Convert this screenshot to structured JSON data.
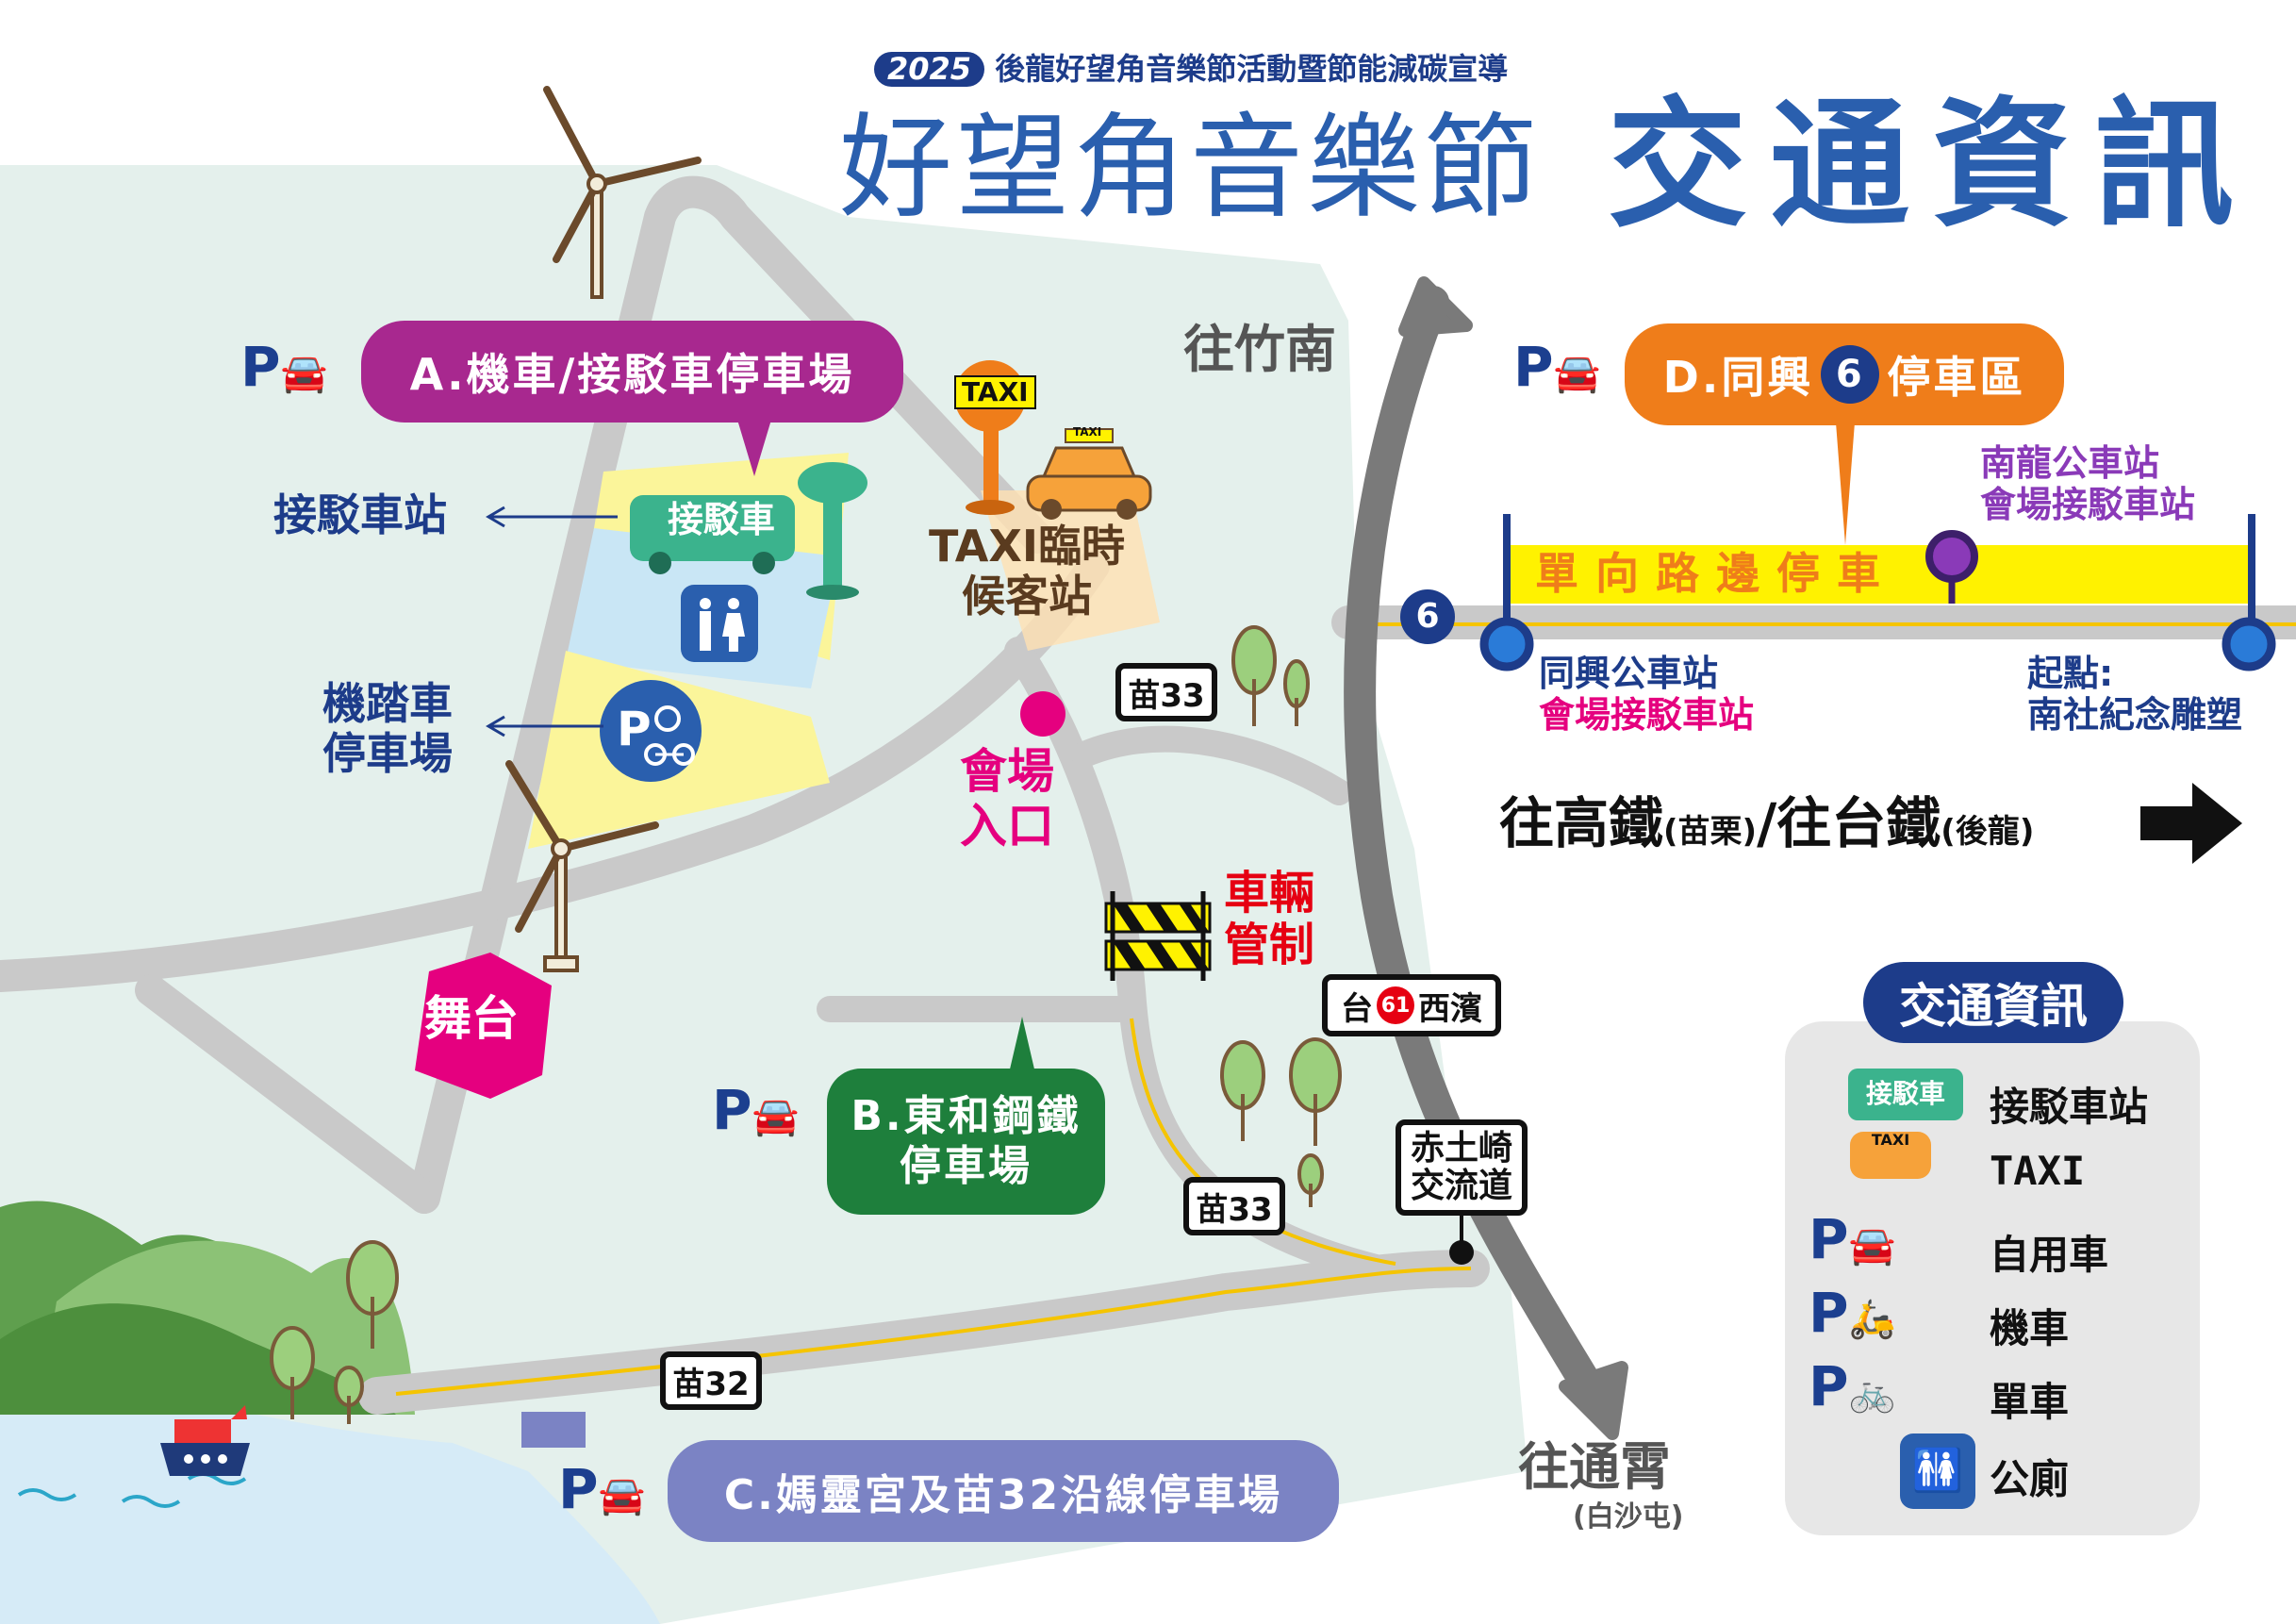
{
  "header": {
    "year": "2025",
    "subtitle": "後龍好望角音樂節活動暨節能減碳宣導",
    "title_script": "好望角音樂節",
    "title_main": "交通資訊"
  },
  "parking": {
    "a": "A.機車/接駁車停車場",
    "b_line1": "B.東和鋼鐵",
    "b_line2": "停車場",
    "c": "C.媽靈宮及苗32沿線停車場",
    "d_prefix": "D.同興",
    "d_route": "6",
    "d_suffix": "停車區"
  },
  "labels": {
    "shuttle_station": "接駁車站",
    "shuttle_bus": "接駁車",
    "scooter_parking_line1": "機踏車",
    "scooter_parking_line2": "停車場",
    "taxi_sign": "TAXI",
    "taxi_car_sign": "TAXI",
    "taxi_stand_line1": "TAXI臨時",
    "taxi_stand_line2": "候客站",
    "entrance_line1": "會場",
    "entrance_line2": "入口",
    "traffic_control_line1": "車輛",
    "traffic_control_line2": "管制",
    "stage": "舞台",
    "to_zhunan": "往竹南",
    "to_tongxiao": "往通霄",
    "to_tongxiao_sub": "(白沙屯)",
    "to_rail_part1": "往高鐵",
    "to_rail_part2": "(苗栗)",
    "to_rail_part3": "/往台鐵",
    "to_rail_part4": "(後龍)",
    "one_way_parking": "單向路邊停車",
    "nanlong_line1": "南龍公車站",
    "nanlong_line2": "會場接駁車站",
    "tongxing_line1": "同興公車站",
    "tongxing_line2": "會場接駁車站",
    "start_line1": "起點:",
    "start_line2": "南社紀念雕塑",
    "route6": "6",
    "miao33_top": "苗33",
    "miao33_bottom": "苗33",
    "miao32": "苗32",
    "tai61_prefix": "台",
    "tai61_num": "61",
    "tai61_suffix": "西濱",
    "interchange_line1": "赤土崎",
    "interchange_line2": "交流道",
    "p": "P"
  },
  "legend": {
    "title": "交通資訊",
    "items": [
      {
        "icon": "shuttle-bus-icon",
        "icon_text": "接駁車",
        "label": "接駁車站"
      },
      {
        "icon": "taxi-icon",
        "icon_text": "TAXI",
        "label": "TAXI"
      },
      {
        "icon": "car-icon",
        "icon_text": "P",
        "label": "自用車"
      },
      {
        "icon": "scooter-icon",
        "icon_text": "P",
        "label": "機車"
      },
      {
        "icon": "bicycle-icon",
        "icon_text": "P",
        "label": "單車"
      },
      {
        "icon": "restroom-icon",
        "label": "公廁"
      }
    ]
  },
  "colors": {
    "land": "#e4f0ec",
    "road": "#c9c9c9",
    "main_road": "#7a7a7a",
    "sea": "#d6ebf7",
    "magenta": "#a8288f",
    "green": "#1e7f3c",
    "lavender": "#7b83c4",
    "orange": "#ef7d1a",
    "navy": "#1d3c8a",
    "pink": "#e5007f",
    "yellow": "#fff200"
  }
}
